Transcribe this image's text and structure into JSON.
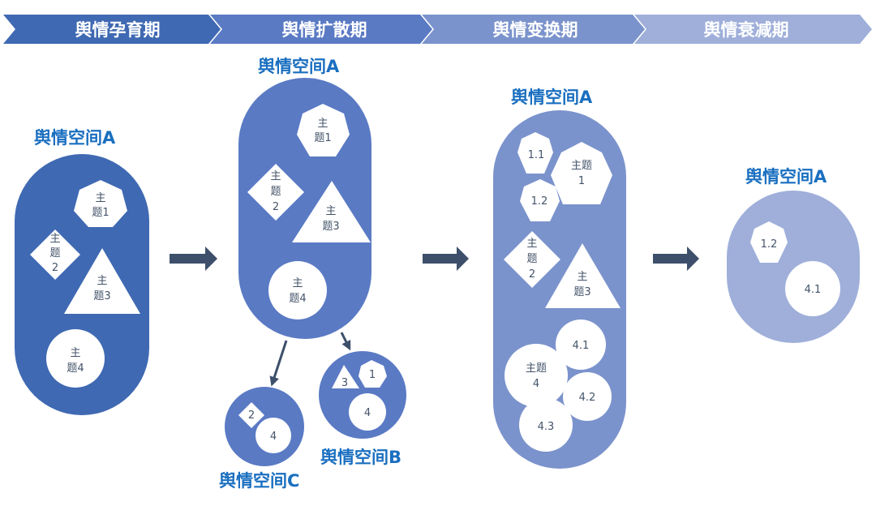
{
  "colors": {
    "stage1": "#3f69b2",
    "stage2": "#5a7ac4",
    "stage3": "#7b93cc",
    "stage4": "#9fafda",
    "title_text": "#1a6fc0",
    "arrow": "#3d4f6a",
    "shape_fill": "#ffffff",
    "shape_text": "#44546a"
  },
  "stages": [
    {
      "label": "舆情孕育期"
    },
    {
      "label": "舆情扩散期"
    },
    {
      "label": "舆情变换期"
    },
    {
      "label": "舆情衰减期"
    }
  ],
  "panels": {
    "incubation": {
      "space_title": "舆情空间A",
      "topics": [
        {
          "shape": "heptagon",
          "lines": [
            "主",
            "题1"
          ]
        },
        {
          "shape": "diamond",
          "lines": [
            "主",
            "题",
            "2"
          ]
        },
        {
          "shape": "triangle",
          "lines": [
            "主",
            "题3"
          ]
        },
        {
          "shape": "circle",
          "lines": [
            "主",
            "题4"
          ]
        }
      ]
    },
    "diffusion": {
      "space_title": "舆情空间A",
      "topics": [
        {
          "shape": "heptagon",
          "lines": [
            "主",
            "题1"
          ]
        },
        {
          "shape": "diamond",
          "lines": [
            "主",
            "题",
            "2"
          ]
        },
        {
          "shape": "triangle",
          "lines": [
            "主",
            "题3"
          ]
        },
        {
          "shape": "circle",
          "lines": [
            "主",
            "题4"
          ]
        }
      ],
      "sub_spaces": [
        {
          "title": "舆情空间C",
          "topics": [
            {
              "shape": "diamond",
              "label": "2"
            },
            {
              "shape": "circle",
              "label": "4"
            }
          ]
        },
        {
          "title": "舆情空间B",
          "topics": [
            {
              "shape": "triangle",
              "label": "3"
            },
            {
              "shape": "heptagon",
              "label": "1"
            },
            {
              "shape": "circle",
              "label": "4"
            }
          ]
        }
      ]
    },
    "transformation": {
      "space_title": "舆情空间A",
      "topics": [
        {
          "shape": "heptagon",
          "lines": [
            "1.1"
          ]
        },
        {
          "shape": "heptagon",
          "lines": [
            "主题",
            "1"
          ]
        },
        {
          "shape": "heptagon",
          "lines": [
            "1.2"
          ]
        },
        {
          "shape": "diamond",
          "lines": [
            "主",
            "题",
            "2"
          ]
        },
        {
          "shape": "triangle",
          "lines": [
            "主",
            "题3"
          ]
        },
        {
          "shape": "circle",
          "lines": [
            "4.1"
          ]
        },
        {
          "shape": "circle",
          "lines": [
            "主题",
            "4"
          ]
        },
        {
          "shape": "circle",
          "lines": [
            "4.2"
          ]
        },
        {
          "shape": "circle",
          "lines": [
            "4.3"
          ]
        }
      ]
    },
    "decay": {
      "space_title": "舆情空间A",
      "topics": [
        {
          "shape": "heptagon",
          "lines": [
            "1.2"
          ]
        },
        {
          "shape": "circle",
          "lines": [
            "4.1"
          ]
        }
      ]
    }
  }
}
